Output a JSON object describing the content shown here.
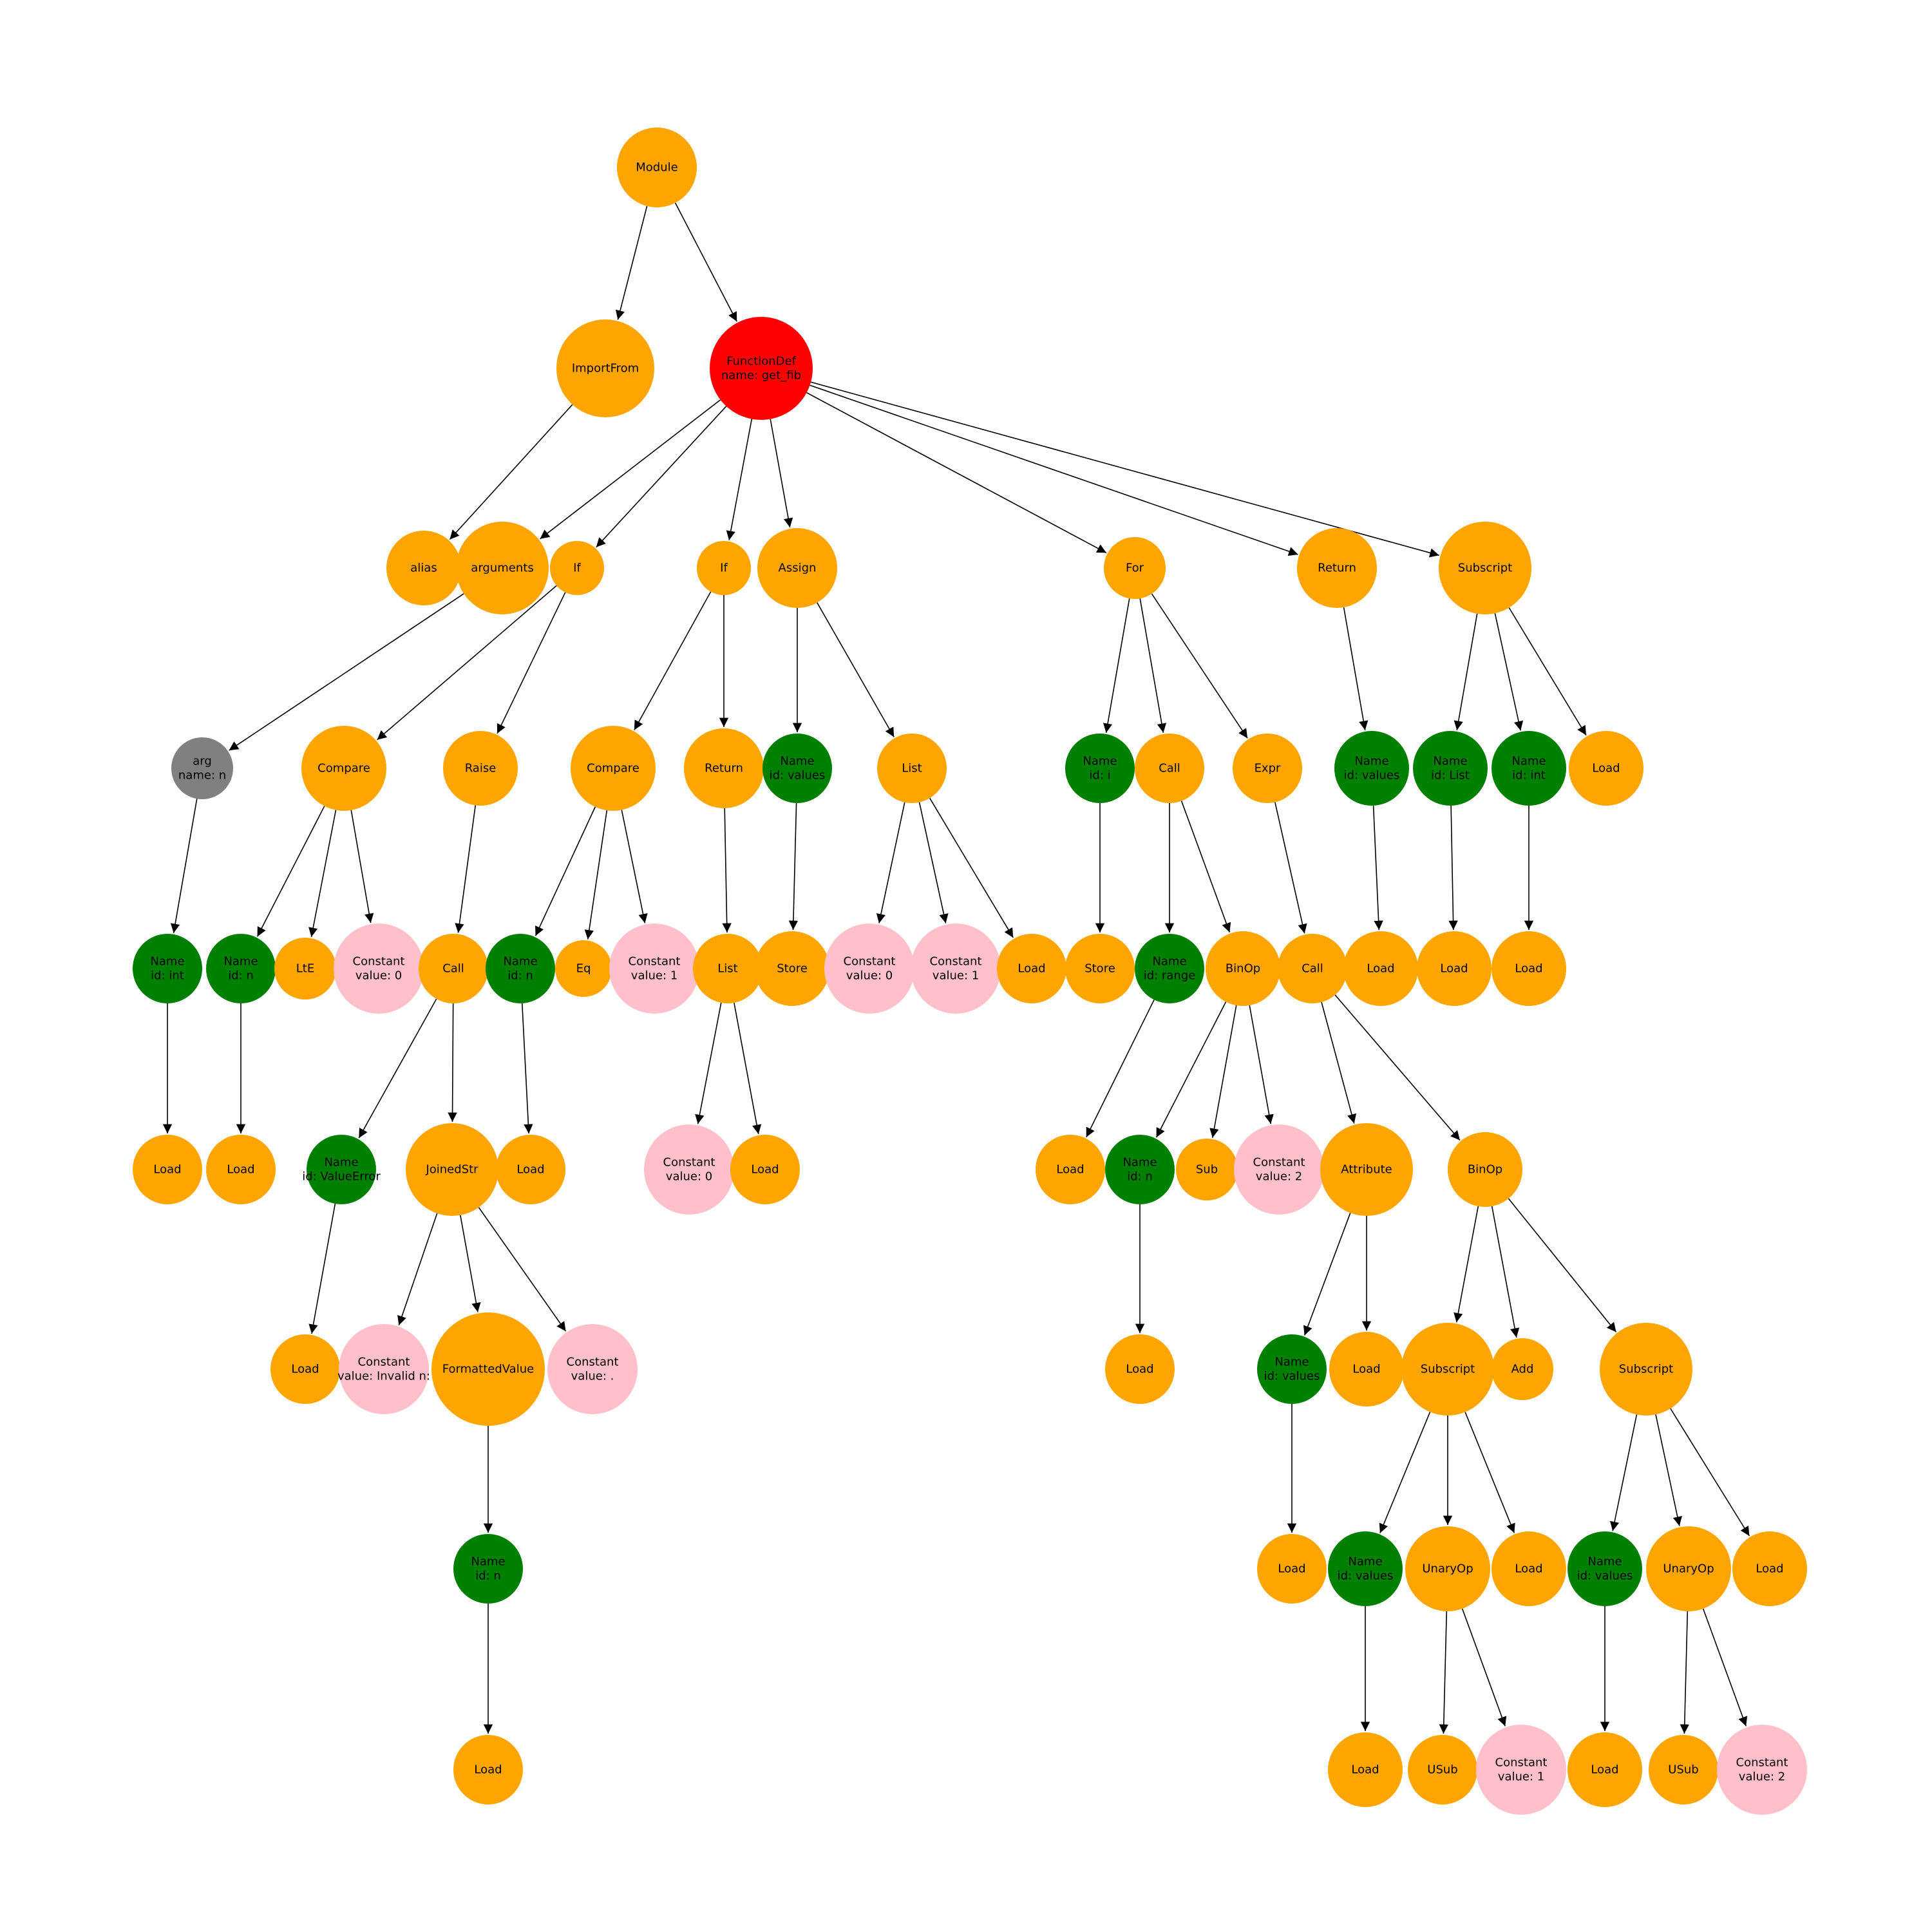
{
  "colors": {
    "root": "#ff0000",
    "default": "#ffa500",
    "name": "#008000",
    "constant": "#ffc0cb",
    "arg": "#808080",
    "edge": "#000000"
  },
  "nodes": [
    {
      "id": "n_module",
      "kind": "default",
      "lines": [
        "Module"
      ]
    },
    {
      "id": "n_importfrom",
      "kind": "default",
      "lines": [
        "ImportFrom"
      ]
    },
    {
      "id": "n_funcdef",
      "kind": "root",
      "lines": [
        "FunctionDef",
        "name: get_fib"
      ]
    },
    {
      "id": "n_alias",
      "kind": "default",
      "lines": [
        "alias"
      ]
    },
    {
      "id": "n_arguments",
      "kind": "default",
      "lines": [
        "arguments"
      ]
    },
    {
      "id": "n_if1",
      "kind": "default",
      "lines": [
        "If"
      ]
    },
    {
      "id": "n_if2",
      "kind": "default",
      "lines": [
        "If"
      ]
    },
    {
      "id": "n_assign",
      "kind": "default",
      "lines": [
        "Assign"
      ]
    },
    {
      "id": "n_for",
      "kind": "default",
      "lines": [
        "For"
      ]
    },
    {
      "id": "n_return_top",
      "kind": "default",
      "lines": [
        "Return"
      ]
    },
    {
      "id": "n_subscript_top",
      "kind": "default",
      "lines": [
        "Subscript"
      ]
    },
    {
      "id": "n_arg",
      "kind": "arg",
      "lines": [
        "arg",
        "name: n"
      ]
    },
    {
      "id": "n_compare1",
      "kind": "default",
      "lines": [
        "Compare"
      ]
    },
    {
      "id": "n_raise",
      "kind": "default",
      "lines": [
        "Raise"
      ]
    },
    {
      "id": "n_compare2",
      "kind": "default",
      "lines": [
        "Compare"
      ]
    },
    {
      "id": "n_return2",
      "kind": "default",
      "lines": [
        "Return"
      ]
    },
    {
      "id": "n_name_values_a",
      "kind": "name",
      "lines": [
        "Name",
        "id: values"
      ]
    },
    {
      "id": "n_list_a",
      "kind": "default",
      "lines": [
        "List"
      ]
    },
    {
      "id": "n_name_i",
      "kind": "name",
      "lines": [
        "Name",
        "id: i"
      ]
    },
    {
      "id": "n_call_for",
      "kind": "default",
      "lines": [
        "Call"
      ]
    },
    {
      "id": "n_expr",
      "kind": "default",
      "lines": [
        "Expr"
      ]
    },
    {
      "id": "n_name_values_r",
      "kind": "name",
      "lines": [
        "Name",
        "id: values"
      ]
    },
    {
      "id": "n_name_list",
      "kind": "name",
      "lines": [
        "Name",
        "id: List"
      ]
    },
    {
      "id": "n_name_int_t",
      "kind": "name",
      "lines": [
        "Name",
        "id: int"
      ]
    },
    {
      "id": "n_load_sub_t",
      "kind": "default",
      "lines": [
        "Load"
      ]
    },
    {
      "id": "n_name_int_arg",
      "kind": "name",
      "lines": [
        "Name",
        "id: int"
      ]
    },
    {
      "id": "n_name_n_c1",
      "kind": "name",
      "lines": [
        "Name",
        "id: n"
      ]
    },
    {
      "id": "n_lte",
      "kind": "default",
      "lines": [
        "LtE"
      ]
    },
    {
      "id": "n_const0_c1",
      "kind": "constant",
      "lines": [
        "Constant",
        "value: 0"
      ]
    },
    {
      "id": "n_call_raise",
      "kind": "default",
      "lines": [
        "Call"
      ]
    },
    {
      "id": "n_name_n_c2",
      "kind": "name",
      "lines": [
        "Name",
        "id: n"
      ]
    },
    {
      "id": "n_eq",
      "kind": "default",
      "lines": [
        "Eq"
      ]
    },
    {
      "id": "n_const1_c2",
      "kind": "constant",
      "lines": [
        "Constant",
        "value: 1"
      ]
    },
    {
      "id": "n_list_r",
      "kind": "default",
      "lines": [
        "List"
      ]
    },
    {
      "id": "n_store_a",
      "kind": "default",
      "lines": [
        "Store"
      ]
    },
    {
      "id": "n_const0_l",
      "kind": "constant",
      "lines": [
        "Constant",
        "value: 0"
      ]
    },
    {
      "id": "n_const1_l",
      "kind": "constant",
      "lines": [
        "Constant",
        "value: 1"
      ]
    },
    {
      "id": "n_load_list_a",
      "kind": "default",
      "lines": [
        "Load"
      ]
    },
    {
      "id": "n_store_i",
      "kind": "default",
      "lines": [
        "Store"
      ]
    },
    {
      "id": "n_name_range",
      "kind": "name",
      "lines": [
        "Name",
        "id: range"
      ]
    },
    {
      "id": "n_binop_range",
      "kind": "default",
      "lines": [
        "BinOp"
      ]
    },
    {
      "id": "n_call_expr",
      "kind": "default",
      "lines": [
        "Call"
      ]
    },
    {
      "id": "n_load_values_r",
      "kind": "default",
      "lines": [
        "Load"
      ]
    },
    {
      "id": "n_load_list_name",
      "kind": "default",
      "lines": [
        "Load"
      ]
    },
    {
      "id": "n_load_int_t",
      "kind": "default",
      "lines": [
        "Load"
      ]
    },
    {
      "id": "n_load_int_arg",
      "kind": "default",
      "lines": [
        "Load"
      ]
    },
    {
      "id": "n_load_n_c1",
      "kind": "default",
      "lines": [
        "Load"
      ]
    },
    {
      "id": "n_name_valueerror",
      "kind": "name",
      "lines": [
        "Name",
        "id: ValueError"
      ]
    },
    {
      "id": "n_joinedstr",
      "kind": "default",
      "lines": [
        "JoinedStr"
      ]
    },
    {
      "id": "n_load_n_c2",
      "kind": "default",
      "lines": [
        "Load"
      ]
    },
    {
      "id": "n_const0_r",
      "kind": "constant",
      "lines": [
        "Constant",
        "value: 0"
      ]
    },
    {
      "id": "n_load_list_r",
      "kind": "default",
      "lines": [
        "Load"
      ]
    },
    {
      "id": "n_load_range",
      "kind": "default",
      "lines": [
        "Load"
      ]
    },
    {
      "id": "n_name_n_b",
      "kind": "name",
      "lines": [
        "Name",
        "id: n"
      ]
    },
    {
      "id": "n_sub",
      "kind": "default",
      "lines": [
        "Sub"
      ]
    },
    {
      "id": "n_const2_b",
      "kind": "constant",
      "lines": [
        "Constant",
        "value: 2"
      ]
    },
    {
      "id": "n_attribute",
      "kind": "default",
      "lines": [
        "Attribute"
      ]
    },
    {
      "id": "n_binop_app",
      "kind": "default",
      "lines": [
        "BinOp"
      ]
    },
    {
      "id": "n_load_ve",
      "kind": "default",
      "lines": [
        "Load"
      ]
    },
    {
      "id": "n_const_invalid",
      "kind": "constant",
      "lines": [
        "Constant",
        "value: Invalid n:"
      ]
    },
    {
      "id": "n_formatted",
      "kind": "default",
      "lines": [
        "FormattedValue"
      ]
    },
    {
      "id": "n_const_dot",
      "kind": "constant",
      "lines": [
        "Constant",
        "value: ."
      ]
    },
    {
      "id": "n_load_n_b",
      "kind": "default",
      "lines": [
        "Load"
      ]
    },
    {
      "id": "n_name_values_attr",
      "kind": "name",
      "lines": [
        "Name",
        "id: values"
      ]
    },
    {
      "id": "n_load_attr",
      "kind": "default",
      "lines": [
        "Load"
      ]
    },
    {
      "id": "n_subscript_l",
      "kind": "default",
      "lines": [
        "Subscript"
      ]
    },
    {
      "id": "n_add",
      "kind": "default",
      "lines": [
        "Add"
      ]
    },
    {
      "id": "n_subscript_r",
      "kind": "default",
      "lines": [
        "Subscript"
      ]
    },
    {
      "id": "n_name_n_fv",
      "kind": "name",
      "lines": [
        "Name",
        "id: n"
      ]
    },
    {
      "id": "n_load_values_attr",
      "kind": "default",
      "lines": [
        "Load"
      ]
    },
    {
      "id": "n_name_values_sl",
      "kind": "name",
      "lines": [
        "Name",
        "id: values"
      ]
    },
    {
      "id": "n_unaryop_l",
      "kind": "default",
      "lines": [
        "UnaryOp"
      ]
    },
    {
      "id": "n_load_sl",
      "kind": "default",
      "lines": [
        "Load"
      ]
    },
    {
      "id": "n_name_values_sr",
      "kind": "name",
      "lines": [
        "Name",
        "id: values"
      ]
    },
    {
      "id": "n_unaryop_r",
      "kind": "default",
      "lines": [
        "UnaryOp"
      ]
    },
    {
      "id": "n_load_sr",
      "kind": "default",
      "lines": [
        "Load"
      ]
    },
    {
      "id": "n_load_n_fv",
      "kind": "default",
      "lines": [
        "Load"
      ]
    },
    {
      "id": "n_load_values_sl",
      "kind": "default",
      "lines": [
        "Load"
      ]
    },
    {
      "id": "n_usub_l",
      "kind": "default",
      "lines": [
        "USub"
      ]
    },
    {
      "id": "n_const1_u",
      "kind": "constant",
      "lines": [
        "Constant",
        "value: 1"
      ]
    },
    {
      "id": "n_load_values_sr",
      "kind": "default",
      "lines": [
        "Load"
      ]
    },
    {
      "id": "n_usub_r",
      "kind": "default",
      "lines": [
        "USub"
      ]
    },
    {
      "id": "n_const2_u",
      "kind": "constant",
      "lines": [
        "Constant",
        "value: 2"
      ]
    }
  ],
  "edges": [
    [
      "n_module",
      "n_importfrom"
    ],
    [
      "n_module",
      "n_funcdef"
    ],
    [
      "n_importfrom",
      "n_alias"
    ],
    [
      "n_funcdef",
      "n_arguments"
    ],
    [
      "n_funcdef",
      "n_if1"
    ],
    [
      "n_funcdef",
      "n_if2"
    ],
    [
      "n_funcdef",
      "n_assign"
    ],
    [
      "n_funcdef",
      "n_for"
    ],
    [
      "n_funcdef",
      "n_return_top"
    ],
    [
      "n_funcdef",
      "n_subscript_top"
    ],
    [
      "n_arguments",
      "n_arg"
    ],
    [
      "n_arg",
      "n_name_int_arg"
    ],
    [
      "n_name_int_arg",
      "n_load_int_arg"
    ],
    [
      "n_if1",
      "n_compare1"
    ],
    [
      "n_if1",
      "n_raise"
    ],
    [
      "n_compare1",
      "n_name_n_c1"
    ],
    [
      "n_compare1",
      "n_lte"
    ],
    [
      "n_compare1",
      "n_const0_c1"
    ],
    [
      "n_name_n_c1",
      "n_load_n_c1"
    ],
    [
      "n_raise",
      "n_call_raise"
    ],
    [
      "n_call_raise",
      "n_name_valueerror"
    ],
    [
      "n_call_raise",
      "n_joinedstr"
    ],
    [
      "n_name_valueerror",
      "n_load_ve"
    ],
    [
      "n_joinedstr",
      "n_const_invalid"
    ],
    [
      "n_joinedstr",
      "n_formatted"
    ],
    [
      "n_joinedstr",
      "n_const_dot"
    ],
    [
      "n_formatted",
      "n_name_n_fv"
    ],
    [
      "n_name_n_fv",
      "n_load_n_fv"
    ],
    [
      "n_if2",
      "n_compare2"
    ],
    [
      "n_if2",
      "n_return2"
    ],
    [
      "n_compare2",
      "n_name_n_c2"
    ],
    [
      "n_compare2",
      "n_eq"
    ],
    [
      "n_compare2",
      "n_const1_c2"
    ],
    [
      "n_name_n_c2",
      "n_load_n_c2"
    ],
    [
      "n_return2",
      "n_list_r"
    ],
    [
      "n_list_r",
      "n_const0_r"
    ],
    [
      "n_list_r",
      "n_load_list_r"
    ],
    [
      "n_assign",
      "n_name_values_a"
    ],
    [
      "n_assign",
      "n_list_a"
    ],
    [
      "n_name_values_a",
      "n_store_a"
    ],
    [
      "n_list_a",
      "n_const0_l"
    ],
    [
      "n_list_a",
      "n_const1_l"
    ],
    [
      "n_list_a",
      "n_load_list_a"
    ],
    [
      "n_for",
      "n_name_i"
    ],
    [
      "n_for",
      "n_call_for"
    ],
    [
      "n_for",
      "n_expr"
    ],
    [
      "n_name_i",
      "n_store_i"
    ],
    [
      "n_call_for",
      "n_name_range"
    ],
    [
      "n_call_for",
      "n_binop_range"
    ],
    [
      "n_name_range",
      "n_load_range"
    ],
    [
      "n_binop_range",
      "n_name_n_b"
    ],
    [
      "n_binop_range",
      "n_sub"
    ],
    [
      "n_binop_range",
      "n_const2_b"
    ],
    [
      "n_name_n_b",
      "n_load_n_b"
    ],
    [
      "n_expr",
      "n_call_expr"
    ],
    [
      "n_call_expr",
      "n_attribute"
    ],
    [
      "n_call_expr",
      "n_binop_app"
    ],
    [
      "n_attribute",
      "n_name_values_attr"
    ],
    [
      "n_attribute",
      "n_load_attr"
    ],
    [
      "n_name_values_attr",
      "n_load_values_attr"
    ],
    [
      "n_binop_app",
      "n_subscript_l"
    ],
    [
      "n_binop_app",
      "n_add"
    ],
    [
      "n_binop_app",
      "n_subscript_r"
    ],
    [
      "n_subscript_l",
      "n_name_values_sl"
    ],
    [
      "n_subscript_l",
      "n_unaryop_l"
    ],
    [
      "n_subscript_l",
      "n_load_sl"
    ],
    [
      "n_name_values_sl",
      "n_load_values_sl"
    ],
    [
      "n_unaryop_l",
      "n_usub_l"
    ],
    [
      "n_unaryop_l",
      "n_const1_u"
    ],
    [
      "n_subscript_r",
      "n_name_values_sr"
    ],
    [
      "n_subscript_r",
      "n_unaryop_r"
    ],
    [
      "n_subscript_r",
      "n_load_sr"
    ],
    [
      "n_name_values_sr",
      "n_load_values_sr"
    ],
    [
      "n_unaryop_r",
      "n_usub_r"
    ],
    [
      "n_unaryop_r",
      "n_const2_u"
    ],
    [
      "n_return_top",
      "n_name_values_r"
    ],
    [
      "n_name_values_r",
      "n_load_values_r"
    ],
    [
      "n_subscript_top",
      "n_name_list"
    ],
    [
      "n_subscript_top",
      "n_name_int_t"
    ],
    [
      "n_subscript_top",
      "n_load_sub_t"
    ],
    [
      "n_name_list",
      "n_load_list_name"
    ],
    [
      "n_name_int_t",
      "n_load_int_t"
    ]
  ]
}
